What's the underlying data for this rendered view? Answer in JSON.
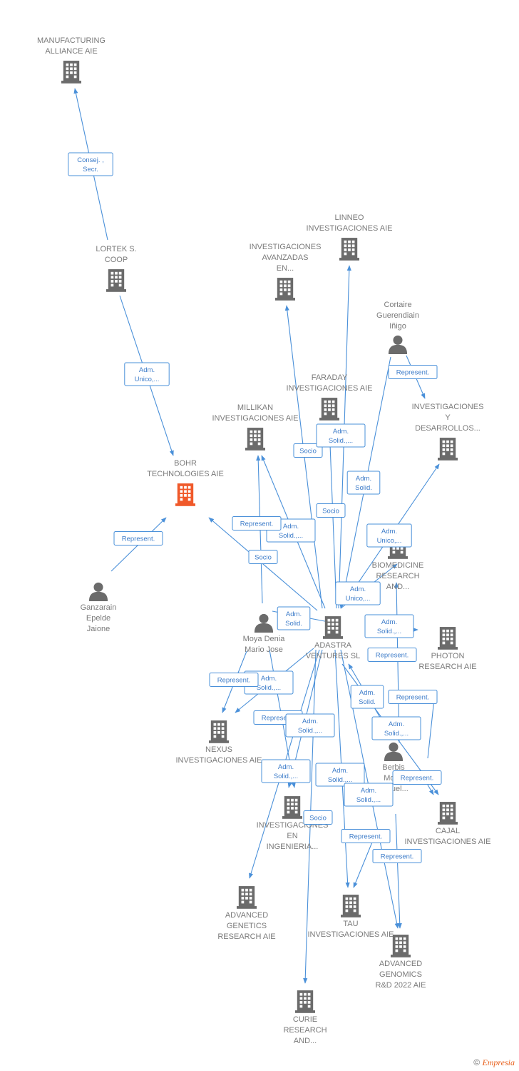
{
  "colors": {
    "edge": "#4a90d9",
    "company_icon": "#6b6b6b",
    "focus_icon": "#f0592a",
    "person_icon": "#6b6b6b",
    "label": "#7a7a7a"
  },
  "nodes": [
    {
      "id": "manufacturing",
      "type": "company",
      "lines": [
        "MANUFACTURING",
        "ALLIANCE AIE"
      ]
    },
    {
      "id": "lortek",
      "type": "company",
      "lines": [
        "LORTEK S.",
        "COOP"
      ]
    },
    {
      "id": "bohr",
      "type": "focus",
      "lines": [
        "BOHR",
        "TECHNOLOGIES AIE"
      ]
    },
    {
      "id": "ganzarain",
      "type": "person",
      "lines": [
        "Ganzarain",
        "Epelde",
        "Jaione"
      ]
    },
    {
      "id": "inv_avanzadas",
      "type": "company",
      "lines": [
        "INVESTIGACIONES",
        "AVANZADAS",
        "EN..."
      ]
    },
    {
      "id": "linneo",
      "type": "company",
      "lines": [
        "LINNEO",
        "INVESTIGACIONES AIE"
      ]
    },
    {
      "id": "cortaire",
      "type": "person",
      "lines": [
        "Cortaire",
        "Guerendiain",
        "Iñigo"
      ]
    },
    {
      "id": "faraday",
      "type": "company",
      "lines": [
        "FARADAY",
        "INVESTIGACIONES AIE"
      ]
    },
    {
      "id": "millikan",
      "type": "company",
      "lines": [
        "MILLIKAN",
        "INVESTIGACIONES AIE"
      ]
    },
    {
      "id": "inv_desarrollos",
      "type": "company",
      "lines": [
        "INVESTIGACIONES",
        "Y",
        "DESARROLLOS..."
      ]
    },
    {
      "id": "biomedicine",
      "type": "company",
      "lines": [
        "BIOMEDICINE",
        "RESEARCH",
        "AND..."
      ]
    },
    {
      "id": "adastra",
      "type": "company",
      "lines": [
        "ADASTRA",
        "VENTURES  SL"
      ]
    },
    {
      "id": "moya",
      "type": "person",
      "lines": [
        "Moya Denia",
        "Mario Jose"
      ]
    },
    {
      "id": "photon",
      "type": "company",
      "lines": [
        "PHOTON",
        "RESEARCH AIE"
      ]
    },
    {
      "id": "nexus",
      "type": "company",
      "lines": [
        "NEXUS",
        "INVESTIGACIONES AIE"
      ]
    },
    {
      "id": "berbis",
      "type": "person",
      "lines": [
        "Berbis",
        "Morel",
        "Miguel..."
      ]
    },
    {
      "id": "inv_ingenieria",
      "type": "company",
      "lines": [
        "INVESTIGACIONES",
        "EN",
        "INGENIERIA..."
      ]
    },
    {
      "id": "cajal",
      "type": "company",
      "lines": [
        "CAJAL",
        "INVESTIGACIONES AIE"
      ]
    },
    {
      "id": "adv_genetics",
      "type": "company",
      "lines": [
        "ADVANCED",
        "GENETICS",
        "RESEARCH AIE"
      ]
    },
    {
      "id": "tau",
      "type": "company",
      "lines": [
        "TAU",
        "INVESTIGACIONES AIE"
      ]
    },
    {
      "id": "adv_genomics",
      "type": "company",
      "lines": [
        "ADVANCED",
        "GENOMICS",
        "R&D 2022 AIE"
      ]
    },
    {
      "id": "curie",
      "type": "company",
      "lines": [
        "CURIE",
        "RESEARCH",
        "AND..."
      ]
    }
  ],
  "edges": [
    {
      "from": "lortek",
      "to": "manufacturing",
      "label": [
        "Consej. ,",
        "Secr."
      ]
    },
    {
      "from": "lortek",
      "to": "bohr",
      "label": [
        "Adm.",
        "Unico,..."
      ]
    },
    {
      "from": "ganzarain",
      "to": "bohr",
      "label": [
        "Represent."
      ]
    },
    {
      "from": "adastra",
      "to": "bohr",
      "label": [
        "Socio"
      ]
    },
    {
      "from": "adastra",
      "to": "inv_avanzadas",
      "label": [
        "Socio"
      ]
    },
    {
      "from": "adastra",
      "to": "linneo",
      "label": [
        "Socio"
      ]
    },
    {
      "from": "adastra",
      "to": "faraday",
      "label": [
        "Adm.",
        "Solid.,..."
      ]
    },
    {
      "from": "adastra",
      "to": "millikan",
      "label": [
        "Adm.",
        "Solid.,..."
      ]
    },
    {
      "from": "moya",
      "to": "millikan",
      "label": [
        "Represent."
      ]
    },
    {
      "from": "cortaire",
      "to": "inv_desarrollos",
      "label": [
        "Represent."
      ]
    },
    {
      "from": "cortaire",
      "to": "adastra",
      "label": [
        "Adm.",
        "Solid."
      ]
    },
    {
      "from": "adastra",
      "to": "inv_desarrollos",
      "label": [
        "Adm.",
        "Unico,..."
      ]
    },
    {
      "from": "adastra",
      "to": "biomedicine",
      "label": [
        "Adm.",
        "Unico,..."
      ]
    },
    {
      "from": "moya",
      "to": "adastra",
      "label": [
        "Adm.",
        "Solid."
      ]
    },
    {
      "from": "adastra",
      "to": "photon",
      "label": [
        "Adm.",
        "Solid.,..."
      ]
    },
    {
      "from": "berbis",
      "to": "photon",
      "label": [
        "Represent."
      ]
    },
    {
      "from": "berbis",
      "to": "biomedicine",
      "label": [
        "Represent."
      ]
    },
    {
      "from": "adastra",
      "to": "nexus",
      "label": [
        "Adm.",
        "Solid.,..."
      ]
    },
    {
      "from": "moya",
      "to": "nexus",
      "label": [
        "Represent."
      ]
    },
    {
      "from": "berbis",
      "to": "adastra",
      "label": [
        "Adm.",
        "Solid."
      ]
    },
    {
      "from": "adastra",
      "to": "cajal",
      "label": [
        "Adm.",
        "Solid.,..."
      ]
    },
    {
      "from": "berbis",
      "to": "cajal",
      "label": [
        "Represent."
      ]
    },
    {
      "from": "adastra",
      "to": "inv_ingenieria",
      "label": [
        "Adm.",
        "Solid.,..."
      ]
    },
    {
      "from": "moya",
      "to": "inv_ingenieria",
      "label": [
        "Represent."
      ]
    },
    {
      "from": "adastra",
      "to": "adv_genetics",
      "label": [
        "Adm.",
        "Solid.,..."
      ]
    },
    {
      "from": "adastra",
      "to": "curie",
      "label": [
        "Socio"
      ]
    },
    {
      "from": "adastra",
      "to": "tau",
      "label": [
        "Adm.",
        "Solid.,..."
      ]
    },
    {
      "from": "berbis",
      "to": "tau",
      "label": [
        "Represent."
      ]
    },
    {
      "from": "adastra",
      "to": "adv_genomics",
      "label": [
        "Adm.",
        "Solid.,..."
      ]
    },
    {
      "from": "berbis",
      "to": "adv_genomics",
      "label": [
        "Represent."
      ]
    }
  ],
  "footer": {
    "copyright": "©",
    "brand": "Empresia"
  }
}
